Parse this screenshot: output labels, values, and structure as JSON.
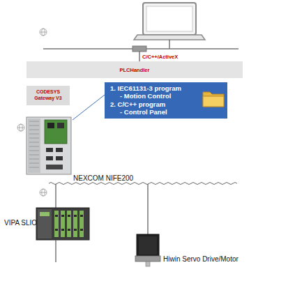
{
  "diagram": {
    "nodes": [
      {
        "text": [
          "PLCHandler"
        ]
      },
      {
        "text": [
          "CODESYS Gateway V3"
        ]
      },
      {
        "text": [
          "1. IEC61131-3 program",
          "- Motion Control",
          "2. C/C++ program",
          "- Control Panel"
        ]
      }
    ],
    "labels": [
      "C/C++/ActiveX",
      "NEXCOM NIFE200",
      "VIPA SLIO",
      "Hiwin Servo Drive/Motor"
    ]
  }
}
